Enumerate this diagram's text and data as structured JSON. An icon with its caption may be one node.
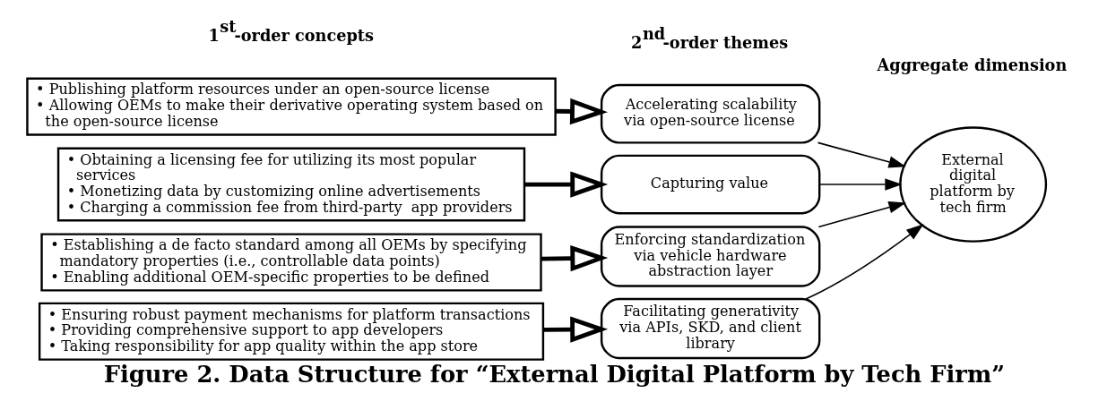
{
  "diagram": {
    "caption": "Figure 2. Data Structure for “External Digital Platform by Tech Firm”",
    "nodes": [
      {
        "text": [
          "• Publishing platform resources under an open-source license",
          "• Allowing OEMs to make their derivative operating system based on the open-source license"
        ]
      },
      {
        "text": [
          "• Obtaining a licensing fee for utilizing its most popular services",
          "• Monetizing data by customizing online advertisements",
          "• Charging a commission fee from third-party  app providers"
        ]
      },
      {
        "text": [
          "• Establishing a de facto standard among all OEMs by specifying mandatory properties (i.e., controllable data points)",
          "• Enabling additional OEM-specific properties to be defined"
        ]
      },
      {
        "text": [
          "• Ensuring robust payment mechanisms for platform transactions",
          "• Providing comprehensive support to app developers",
          "• Taking responsibility for app quality within the app store"
        ]
      },
      {
        "text": [
          "Accelerating scalability via open-source license"
        ]
      },
      {
        "text": [
          "Capturing value"
        ]
      },
      {
        "text": [
          "Enforcing standardization via vehicle hardware abstraction layer"
        ]
      },
      {
        "text": [
          "Facilitating generativity via APIs, SKD, and client library"
        ]
      },
      {
        "text": [
          "External digital platform by tech firm"
        ]
      }
    ],
    "edges": [
      {
        "from": 0,
        "to": 4,
        "arrow": "to",
        "style": "thick"
      },
      {
        "from": 1,
        "to": 5,
        "arrow": "to",
        "style": "thick"
      },
      {
        "from": 2,
        "to": 6,
        "arrow": "to",
        "style": "thick"
      },
      {
        "from": 3,
        "to": 7,
        "arrow": "to",
        "style": "thick"
      },
      {
        "from": 4,
        "to": 8,
        "arrow": "to"
      },
      {
        "from": 5,
        "to": 8,
        "arrow": "to"
      },
      {
        "from": 6,
        "to": 8,
        "arrow": "to"
      },
      {
        "from": 7,
        "to": 8,
        "arrow": "to"
      }
    ],
    "labels": [
      "1$^{st}$-order concepts",
      "2$^{nd}$-order themes",
      "Aggregate dimension"
    ]
  }
}
